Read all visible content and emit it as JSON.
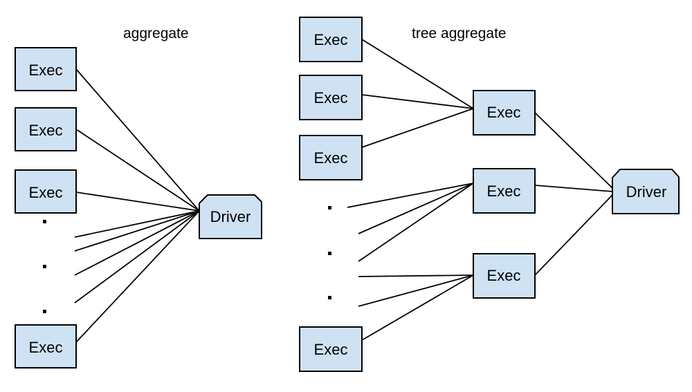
{
  "aggregate": {
    "title": "aggregate",
    "exec_label": "Exec",
    "driver_label": "Driver"
  },
  "tree_aggregate": {
    "title": "tree aggregate",
    "exec_label": "Exec",
    "driver_label": "Driver"
  },
  "colors": {
    "node_fill": "#cfe2f3",
    "stroke": "#000000"
  }
}
